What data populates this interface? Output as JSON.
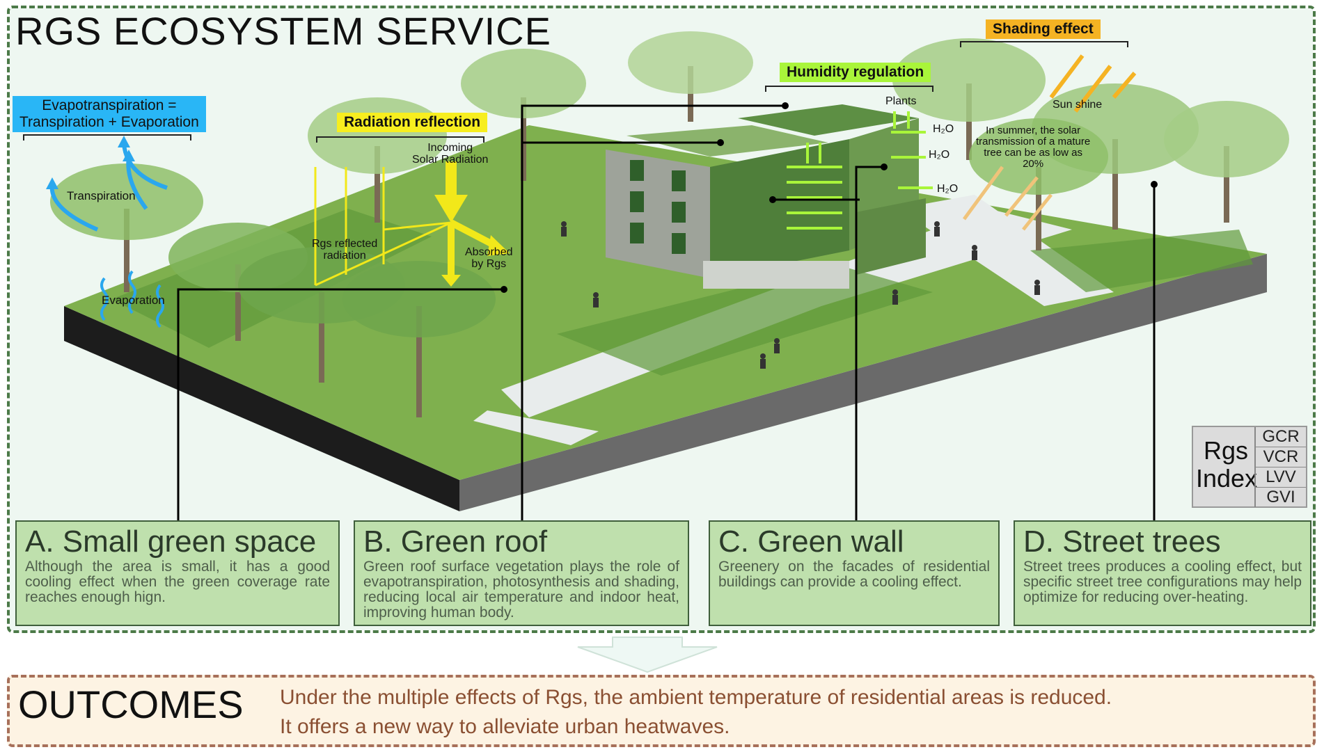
{
  "title": "RGS ECOSYSTEM SERVICE",
  "tags": {
    "evapotranspiration_line1": "Evapotranspiration =",
    "evapotranspiration_line2": "Transpiration + Evaporation",
    "radiation_reflection": "Radiation reflection",
    "humidity_regulation": "Humidity regulation",
    "shading_effect": "Shading effect"
  },
  "labels": {
    "transpiration": "Transpiration",
    "evaporation": "Evaporation",
    "incoming_line1": "Incoming",
    "incoming_line2": "Solar Radiation",
    "reflected_line1": "Rgs reflected",
    "reflected_line2": "radiation",
    "absorbed_line1": "Absorbed",
    "absorbed_line2": "by Rgs",
    "plants": "Plants",
    "h2o": "H₂O",
    "sun_shine": "Sun shine",
    "solar_note_line1": "In summer, the solar",
    "solar_note_line2": "transmission of a mature",
    "solar_note_line3": "tree can be as low as",
    "solar_note_line4": "20%"
  },
  "rgs_index": {
    "label_line1": "Rgs",
    "label_line2": "Index",
    "items": [
      "GCR",
      "VCR",
      "LVV",
      "GVI"
    ]
  },
  "cards": [
    {
      "title": "A. Small green space",
      "text": "Although the area is small, it has a good cooling effect when the green coverage rate reaches enough hign."
    },
    {
      "title": "B. Green roof",
      "text": "Green roof surface vegetation plays the role of evapotranspiration, photosynthesis and shading, reducing local air temperature and indoor heat, improving human body."
    },
    {
      "title": "C. Green wall",
      "text": "Greenery on the facades of residential buildings can provide a cooling effect."
    },
    {
      "title": "D. Street trees",
      "text": "Street trees produces a cooling effect, but specific street tree configurations may help optimize for reducing over-heating."
    }
  ],
  "outcomes": {
    "title": "OUTCOMES",
    "line1": "Under the multiple effects of Rgs, the ambient temperature of residential areas is reduced.",
    "line2": "It offers a new way to alleviate urban heatwaves."
  },
  "colors": {
    "evapotranspiration_tag": "#29b6f6",
    "radiation_tag": "#f7ee1f",
    "humidity_tag": "#a9f53a",
    "shading_tag": "#f5b323",
    "card_bg": "#bfe0ad",
    "outcome_text": "#8a4f32"
  }
}
